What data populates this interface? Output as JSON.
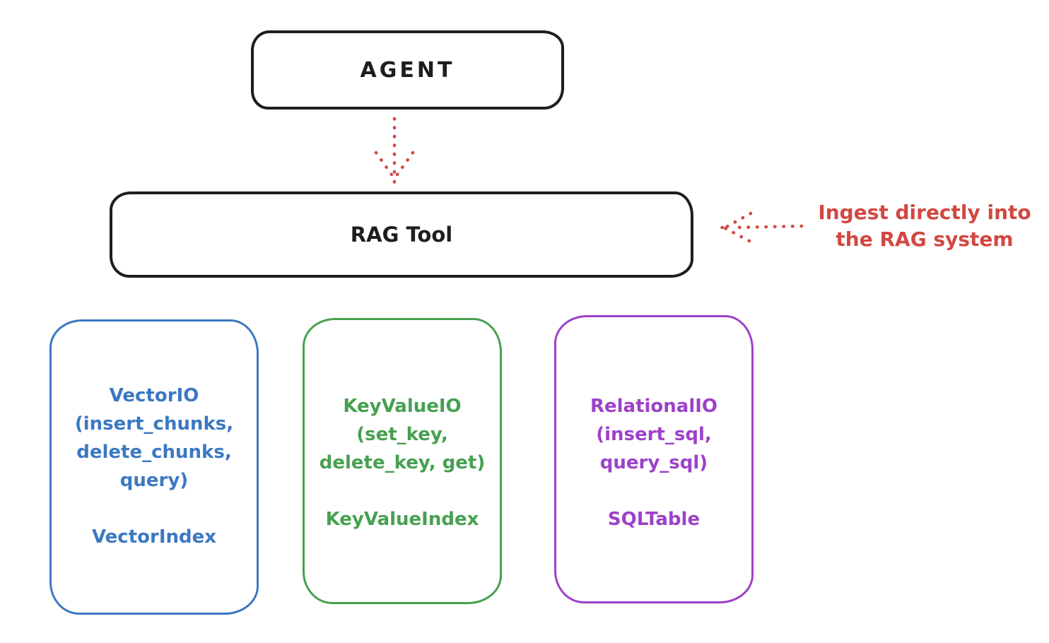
{
  "colors": {
    "ink": "#1e1e1e",
    "red": "#d14841",
    "blue": "#3b78c2",
    "green": "#47a04f",
    "purple": "#9d41c9",
    "background": "#ffffff"
  },
  "agent": {
    "label": "AGENT"
  },
  "rag_tool": {
    "label": "RAG Tool"
  },
  "annotation": {
    "line1": "Ingest directly into",
    "line2": "the RAG system"
  },
  "cards": {
    "vector": {
      "lines": [
        "VectorIO",
        "(insert_chunks,",
        "delete_chunks,",
        "query)"
      ],
      "subtitle": "VectorIndex"
    },
    "keyvalue": {
      "lines": [
        "KeyValueIO",
        "(set_key,",
        "delete_key, get)"
      ],
      "subtitle": "KeyValueIndex"
    },
    "relational": {
      "lines": [
        "RelationalIO",
        "(insert_sql,",
        "query_sql)"
      ],
      "subtitle": "SQLTable"
    }
  },
  "icons": {
    "flow_arrow": "dotted-arrow-down",
    "annotation_arrow": "dotted-arrow-left"
  }
}
